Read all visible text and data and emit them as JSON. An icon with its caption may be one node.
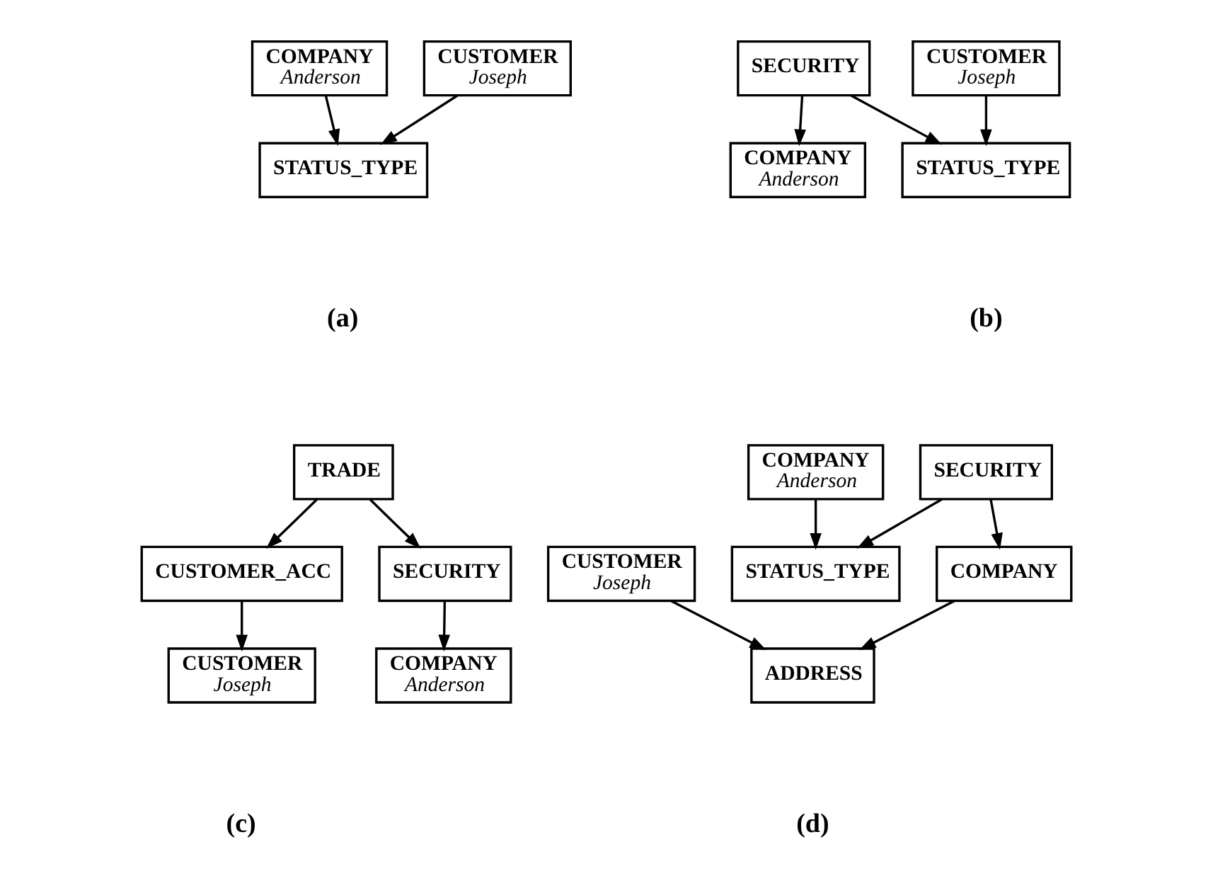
{
  "diagram": {
    "nodes": [
      {
        "text": [
          "CUSTOMER",
          "Joseph"
        ]
      },
      {
        "text": [
          "COMPANY",
          "Anderson"
        ]
      },
      {
        "text": [
          "STATUS_TYPE"
        ]
      },
      {
        "text": [
          "CUSTOMER",
          "Joseph"
        ]
      },
      {
        "text": [
          "SECURITY"
        ]
      },
      {
        "text": [
          "STATUS_TYPE"
        ]
      },
      {
        "text": [
          "COMPANY",
          "Anderson"
        ]
      },
      {
        "text": [
          "TRADE"
        ]
      },
      {
        "text": [
          "CUSTOMER_ACC"
        ]
      },
      {
        "text": [
          "SECURITY"
        ]
      },
      {
        "text": [
          "CUSTOMER",
          "Joseph"
        ]
      },
      {
        "text": [
          "COMPANY",
          "Anderson"
        ]
      },
      {
        "text": [
          "SECURITY"
        ]
      },
      {
        "text": [
          "COMPANY",
          "Anderson"
        ]
      },
      {
        "text": [
          "CUSTOMER",
          "Joseph"
        ]
      },
      {
        "text": [
          "COMPANY"
        ]
      },
      {
        "text": [
          "STATUS_TYPE"
        ]
      },
      {
        "text": [
          "ADDRESS"
        ]
      }
    ],
    "edges": [
      {
        "from": 0,
        "to": 2,
        "arrow": "to"
      },
      {
        "from": 1,
        "to": 2,
        "arrow": "to"
      },
      {
        "from": 3,
        "to": 5,
        "arrow": "to"
      },
      {
        "from": 4,
        "to": 5,
        "arrow": "to"
      },
      {
        "from": 4,
        "to": 6,
        "arrow": "to"
      },
      {
        "from": 7,
        "to": 8,
        "arrow": "to"
      },
      {
        "from": 7,
        "to": 9,
        "arrow": "to"
      },
      {
        "from": 8,
        "to": 10,
        "arrow": "to"
      },
      {
        "from": 9,
        "to": 11,
        "arrow": "to"
      },
      {
        "from": 12,
        "to": 15,
        "arrow": "to"
      },
      {
        "from": 12,
        "to": 16,
        "arrow": "to"
      },
      {
        "from": 13,
        "to": 16,
        "arrow": "to"
      },
      {
        "from": 14,
        "to": 17,
        "arrow": "to"
      },
      {
        "from": 15,
        "to": 17,
        "arrow": "to"
      }
    ],
    "labels": [
      "(a)",
      "(b)",
      "(c)",
      "(d)"
    ]
  }
}
